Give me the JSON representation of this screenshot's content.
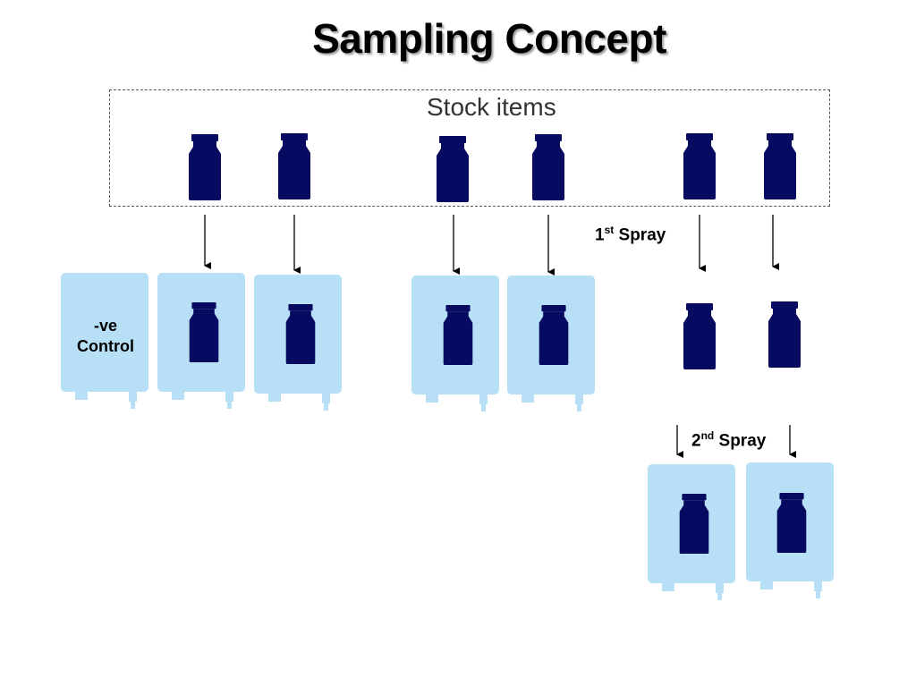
{
  "title": "Sampling Concept",
  "stock_label": "Stock items",
  "control_label_line1": "-ve",
  "control_label_line2": "Control",
  "spray1": {
    "number": "1",
    "suffix": "st",
    "word": "Spray"
  },
  "spray2": {
    "number": "2",
    "suffix": "nd",
    "word": "Spray"
  },
  "colors": {
    "vial": "#060a60",
    "bag": "#b7dff6",
    "arrow": "#000000"
  }
}
